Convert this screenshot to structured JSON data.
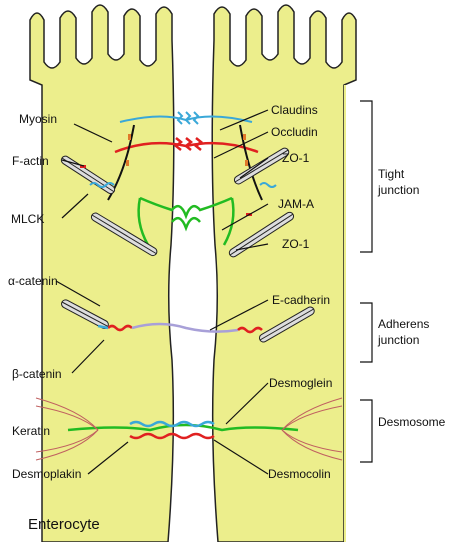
{
  "labels": {
    "myosin": "Myosin",
    "factin": "F-actin",
    "mlck": "MLCK",
    "alpha_catenin": "α-catenin",
    "beta_catenin": "β-catenin",
    "keratin": "Keratin",
    "desmoplakin": "Desmoplakin",
    "claudins": "Claudins",
    "occludin": "Occludin",
    "zo1_top": "ZO-1",
    "jama": "JAM-A",
    "zo1_bottom": "ZO-1",
    "ecadherin": "E-cadherin",
    "desmoglein": "Desmoglein",
    "desmocolin": "Desmocolin"
  },
  "groups": {
    "tight_junction": [
      "Tight",
      "junction"
    ],
    "adherens_junction": [
      "Adherens",
      "junction"
    ],
    "desmosome": [
      "Desmosome"
    ]
  },
  "cell_label": "Enterocyte",
  "colors": {
    "cytoplasm": "#ecee8c",
    "membrane": "#222222",
    "claudin": "#3aa8d8",
    "occludin": "#e02020",
    "jam": "#22bb22",
    "cadherin": "#a8a0d8",
    "desmoglein": "#e02020",
    "keratin": "#c06060"
  }
}
